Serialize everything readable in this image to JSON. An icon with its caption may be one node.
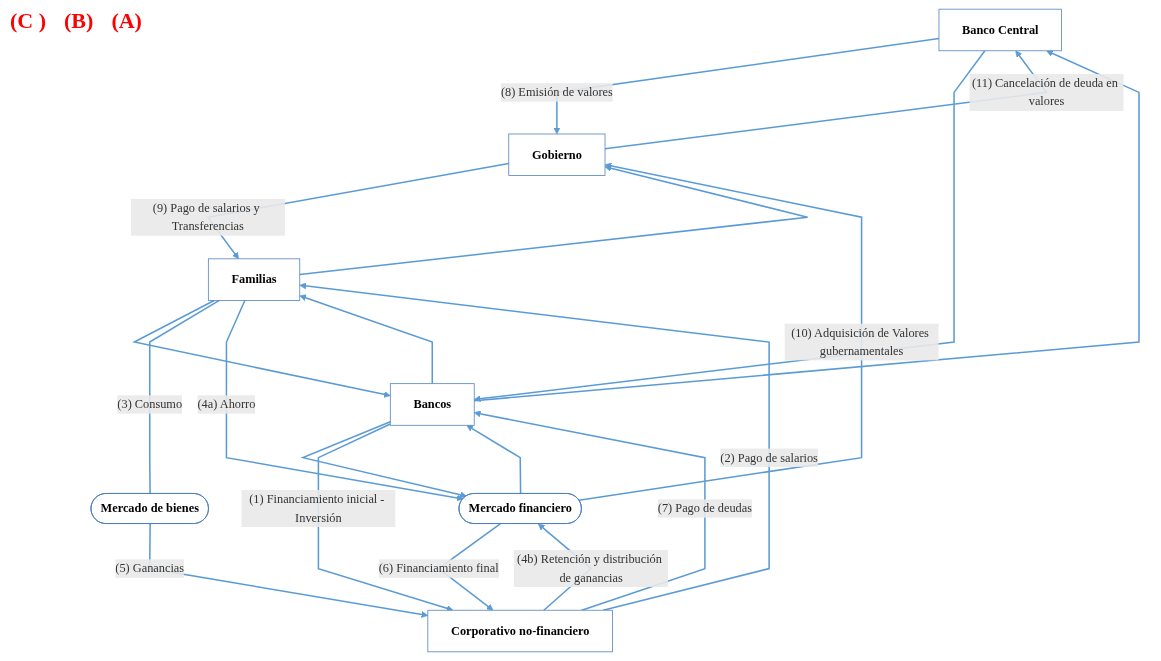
{
  "diagram": {
    "nodes": [
      {
        "text": [
          "Banco Central"
        ]
      },
      {
        "text": [
          "Gobierno"
        ]
      },
      {
        "text": [
          "Bancos"
        ]
      },
      {
        "text": [
          "Mercado financiero"
        ]
      },
      {
        "text": [
          "Corporativo no-financiero"
        ]
      },
      {
        "text": [
          "Familias"
        ]
      },
      {
        "text": [
          "Mercado de bienes"
        ]
      }
    ],
    "edges": [
      {
        "from": 3,
        "to": 1,
        "arrow": "to",
        "label": "(10) Adquisición de Valores gubernamentales"
      },
      {
        "from": 0,
        "to": 1,
        "arrow": "to",
        "label": "(8) Emisión de valores"
      },
      {
        "from": 1,
        "to": 0,
        "arrow": "to",
        "label": "(11) Cancelación de deuda en valores"
      },
      {
        "from": 2,
        "to": 0,
        "arrow": "to"
      },
      {
        "from": 0,
        "to": 2,
        "arrow": "to"
      },
      {
        "from": 1,
        "to": 5,
        "arrow": "to",
        "label": "(9) Pago de salarios y Transferencias"
      },
      {
        "from": 5,
        "to": 1,
        "arrow": "to"
      },
      {
        "from": 5,
        "to": 2,
        "arrow": "to"
      },
      {
        "from": 2,
        "to": 5,
        "arrow": "to"
      },
      {
        "from": 2,
        "to": 3,
        "arrow": "to"
      },
      {
        "from": 3,
        "to": 2,
        "arrow": "to"
      },
      {
        "from": 2,
        "to": 4,
        "arrow": "to",
        "label": "(1) Financiamiento inicial - Inversión"
      },
      {
        "from": 4,
        "to": 2,
        "arrow": "to",
        "label": "(7) Pago de deudas"
      },
      {
        "from": 3,
        "to": 4,
        "arrow": "to",
        "label": "(6) Financiamiento final"
      },
      {
        "from": 4,
        "to": 3,
        "arrow": "to",
        "label": "(4b) Retención y distribución de ganancias"
      },
      {
        "from": 4,
        "to": 5,
        "arrow": "to",
        "label": "(2) Pago de salarios"
      },
      {
        "from": 5,
        "to": 6,
        "arrow": "none",
        "label": "(3) Consumo"
      },
      {
        "from": 6,
        "to": 4,
        "arrow": "to",
        "label": "(5) Ganancias"
      },
      {
        "from": 5,
        "to": 3,
        "arrow": "to",
        "label": "(4a) Ahorro"
      }
    ],
    "labels": [
      "(C )",
      "(B)",
      "(A)"
    ]
  }
}
